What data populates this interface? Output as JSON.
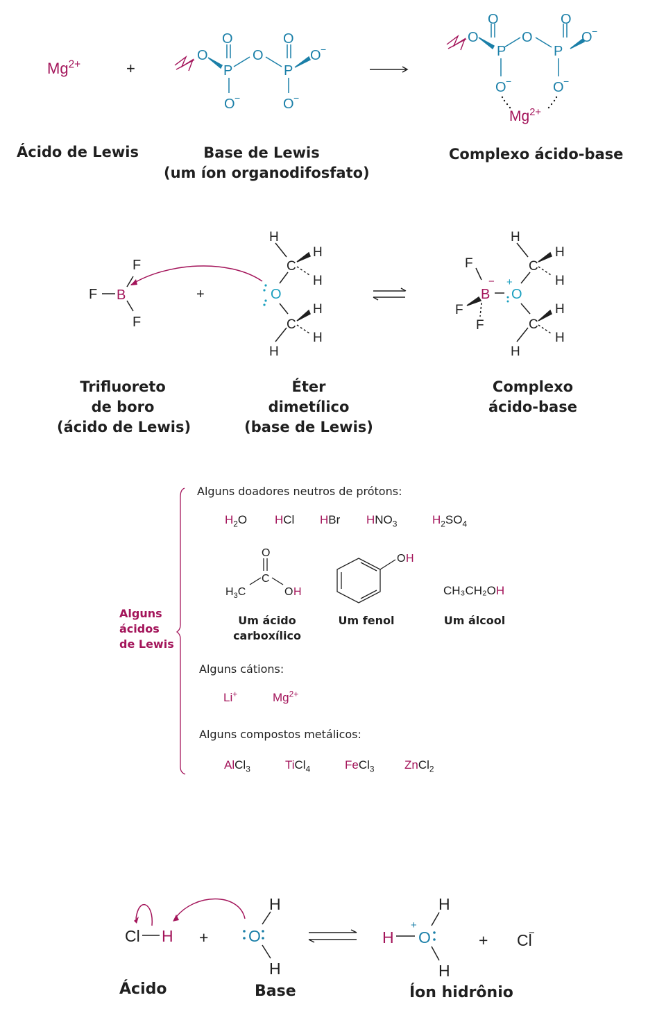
{
  "colors": {
    "acid": "#a3145a",
    "base": "#1a7fa8",
    "text": "#1f1f1f"
  },
  "reaction1": {
    "acid_formula": "Mg",
    "acid_charge": "2+",
    "plus": "+",
    "arrow": "⟶",
    "atoms": {
      "O": "O",
      "P": "P",
      "O_minus": "O⁻",
      "minus": "−"
    },
    "labels": {
      "acid": "Ácido de Lewis",
      "base_line1": "Base de Lewis",
      "base_line2": "(um íon organodifosfato)",
      "product": "Complexo ácido-base"
    },
    "product_metal": "Mg",
    "product_charge": "2+"
  },
  "reaction2": {
    "plus": "+",
    "equilibrium": "⇌",
    "atoms": {
      "F": "F",
      "B": "B",
      "O": "O",
      "C": "C",
      "H": "H",
      "plus_charge": "+",
      "minus_charge": "−"
    },
    "labels": {
      "acid_line1": "Trifluoreto",
      "acid_line2": "de boro",
      "acid_line3": "(ácido de Lewis)",
      "base_line1": "Éter",
      "base_line2": "dimetílico",
      "base_line3": "(base de Lewis)",
      "product_line1": "Complexo",
      "product_line2": "ácido-base"
    }
  },
  "lewis_acids": {
    "side_label": [
      "Alguns",
      "ácidos",
      "de Lewis"
    ],
    "proton_donors": {
      "heading": "Alguns doadores neutros de prótons:",
      "formulas": [
        {
          "h": "H",
          "sub1": "2",
          "rest": "O"
        },
        {
          "h": "H",
          "rest": "Cl"
        },
        {
          "h": "H",
          "rest": "Br"
        },
        {
          "h": "H",
          "rest": "NO",
          "sub": "3"
        },
        {
          "h": "H",
          "sub1": "2",
          "rest": "SO",
          "sub": "4"
        }
      ],
      "structures": [
        {
          "name_line1": "Um ácido",
          "name_line2": "carboxílico",
          "atoms": {
            "O": "O",
            "C": "C",
            "H3C": "H₃C",
            "O_H": "O",
            "H": "H"
          }
        },
        {
          "name_line1": "Um fenol",
          "atoms": {
            "O": "O",
            "H": "H"
          }
        },
        {
          "name_line1": "Um álcool",
          "formula_prefix": "CH₃CH₂O",
          "formula_h": "H"
        }
      ]
    },
    "cations": {
      "heading": "Alguns cátions:",
      "items": [
        {
          "base": "Li",
          "charge": "+"
        },
        {
          "base": "Mg",
          "charge": "2+"
        }
      ]
    },
    "metal_compounds": {
      "heading": "Alguns compostos metálicos:",
      "items": [
        {
          "metal": "Al",
          "rest": "Cl",
          "sub": "3"
        },
        {
          "metal": "Ti",
          "rest": "Cl",
          "sub": "4"
        },
        {
          "metal": "Fe",
          "rest": "Cl",
          "sub": "3"
        },
        {
          "metal": "Zn",
          "rest": "Cl",
          "sub": "2"
        }
      ]
    }
  },
  "reaction3": {
    "plus": "+",
    "equilibrium": "⇌",
    "acid": {
      "Cl": "Cl",
      "H": "H"
    },
    "base": {
      "O": "O",
      "H": "H"
    },
    "product": {
      "H": "H",
      "O": "O",
      "charge": "+"
    },
    "chloride": {
      "Cl": "Cl",
      "charge": "−"
    },
    "labels": {
      "acid": "Ácido",
      "base": "Base",
      "product": "Íon hidrônio"
    }
  }
}
